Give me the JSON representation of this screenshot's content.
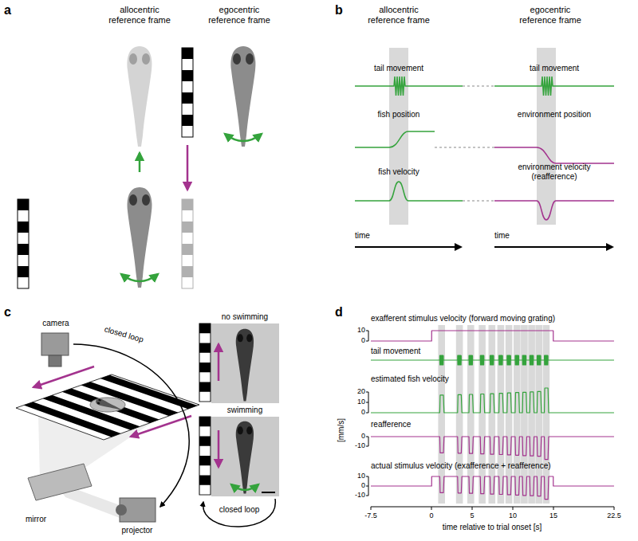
{
  "diagram": {
    "labels": [
      "a",
      "allocentric reference frame",
      "egocentric reference frame",
      "b",
      "allocentric reference frame",
      "egocentric reference frame",
      "tail movement",
      "tail movement",
      "fish position",
      "environment position",
      "fish velocity",
      "environment velocity (reafference)",
      "time",
      "time",
      "c",
      "camera",
      "closed loop",
      "no swimming",
      "mirror",
      "swimming",
      "projector",
      "closed loop",
      "d",
      "exafferent stimulus velocity (forward moving grating)",
      "10",
      "0",
      "tail movement",
      "estimated fish velocity",
      "20",
      "10",
      "0",
      "[mm/s]",
      "reafference",
      "0",
      "-10",
      "actual stimulus velocity (exafference + reafference)",
      "10",
      "0",
      "-10",
      "-7.5",
      "0",
      "5",
      "10",
      "15",
      "22.5",
      "time relative to trial onset [s]"
    ]
  }
}
